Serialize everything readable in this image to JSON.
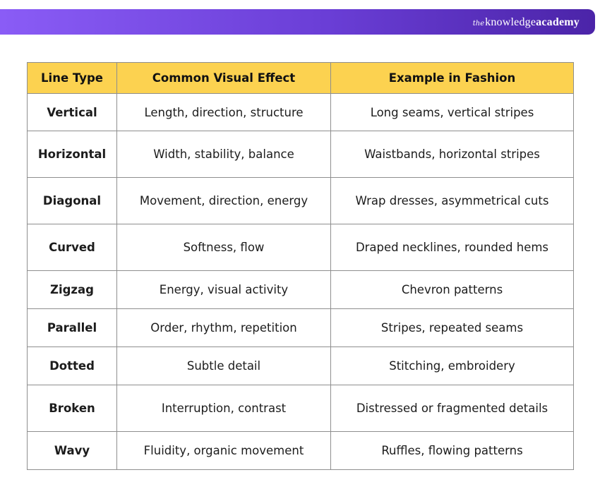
{
  "brand": {
    "the": "the",
    "knowledge": "knowledge",
    "academy": "academy"
  },
  "table": {
    "headers": [
      "Line Type",
      "Common Visual Effect",
      "Example in Fashion"
    ],
    "rows": [
      {
        "type": "Vertical",
        "effect": "Length, direction, structure",
        "example": "Long seams, vertical stripes"
      },
      {
        "type": "Horizontal",
        "effect": "Width, stability, balance",
        "example": "Waistbands, horizontal stripes"
      },
      {
        "type": "Diagonal",
        "effect": "Movement, direction, energy",
        "example": "Wrap dresses, asymmetrical cuts"
      },
      {
        "type": "Curved",
        "effect": "Softness, flow",
        "example": "Draped necklines, rounded hems"
      },
      {
        "type": "Zigzag",
        "effect": "Energy, visual activity",
        "example": "Chevron patterns"
      },
      {
        "type": "Parallel",
        "effect": "Order, rhythm, repetition",
        "example": "Stripes, repeated seams"
      },
      {
        "type": "Dotted",
        "effect": "Subtle detail",
        "example": "Stitching, embroidery"
      },
      {
        "type": "Broken",
        "effect": "Interruption, contrast",
        "example": "Distressed or fragmented details"
      },
      {
        "type": "Wavy",
        "effect": "Fluidity, organic movement",
        "example": "Ruffles, flowing patterns"
      }
    ]
  },
  "colors": {
    "header_fill": "#fcd250",
    "banner_start": "#8a5cf6",
    "banner_end": "#4b24a8",
    "border": "#8e8e8e"
  }
}
